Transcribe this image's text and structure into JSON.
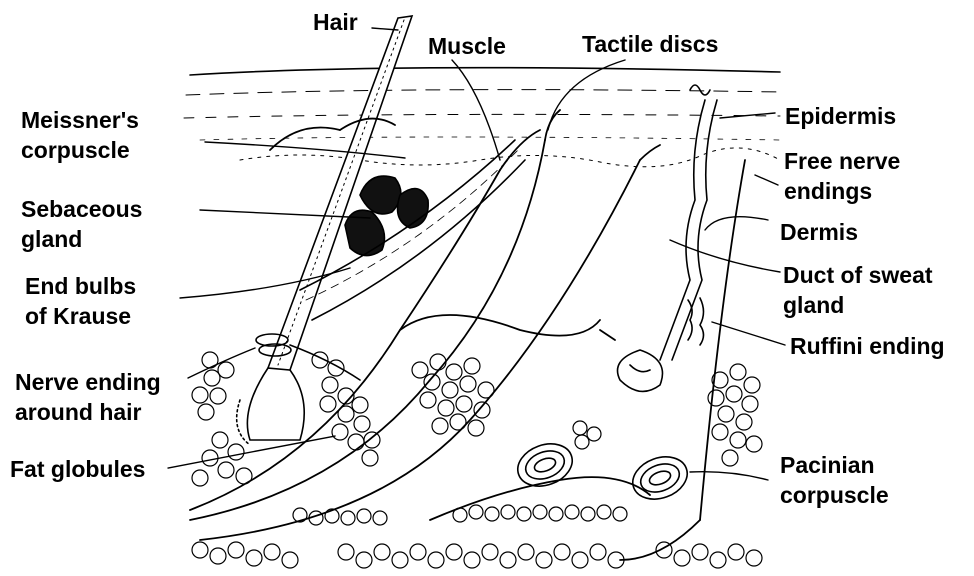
{
  "labels": {
    "hair": "Hair",
    "muscle": "Muscle",
    "tactile_discs": "Tactile discs",
    "meissner": [
      "Meissner's",
      "corpuscle"
    ],
    "epidermis": "Epidermis",
    "free_nerve": [
      "Free nerve",
      "endings"
    ],
    "sebaceous": [
      "Sebaceous",
      "gland"
    ],
    "dermis": "Dermis",
    "end_bulbs": [
      "End bulbs",
      "of Krause"
    ],
    "sweat_duct": [
      "Duct of sweat",
      "gland"
    ],
    "ruffini": "Ruffini ending",
    "nerve_hair": [
      "Nerve ending",
      "around hair"
    ],
    "fat_globules": "Fat globules",
    "pacinian": [
      "Pacinian",
      "corpuscle"
    ]
  },
  "colors": {
    "ink": "#000000",
    "background": "#ffffff"
  }
}
